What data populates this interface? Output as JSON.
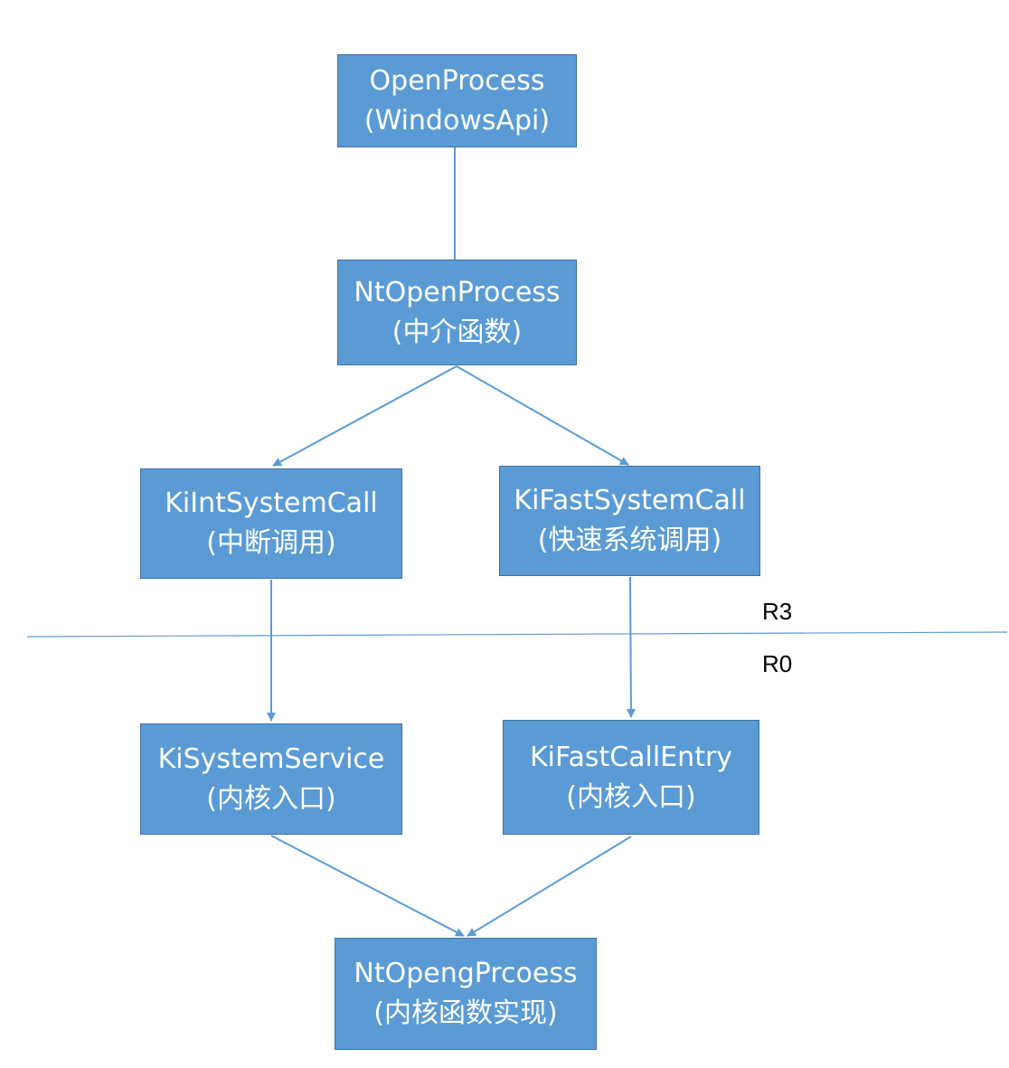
{
  "colors": {
    "node_fill": "#5b9bd5",
    "node_border": "#41719c",
    "connector": "#5b9bd5",
    "node_text": "#ffffff",
    "label_text": "#000000"
  },
  "nodes": {
    "open_process": {
      "line1": "OpenProcess",
      "line2": "(WindowsApi)"
    },
    "nt_open_process": {
      "line1": "NtOpenProcess",
      "line2": "(中介函数)"
    },
    "ki_int_system_call": {
      "line1": "KiIntSystemCall",
      "line2": "(中断调用)"
    },
    "ki_fast_system_call": {
      "line1": "KiFastSystemCall",
      "line2": "(快速系统调用)"
    },
    "ki_system_service": {
      "line1": "KiSystemService",
      "line2": "(内核入口)"
    },
    "ki_fast_call_entry": {
      "line1": "KiFastCallEntry",
      "line2": "(内核入口)"
    },
    "nt_openg_prcoess": {
      "line1": "NtOpengPrcoess",
      "line2": "(内核函数实现)"
    }
  },
  "boundary": {
    "upper_label": "R3",
    "lower_label": "R0"
  }
}
